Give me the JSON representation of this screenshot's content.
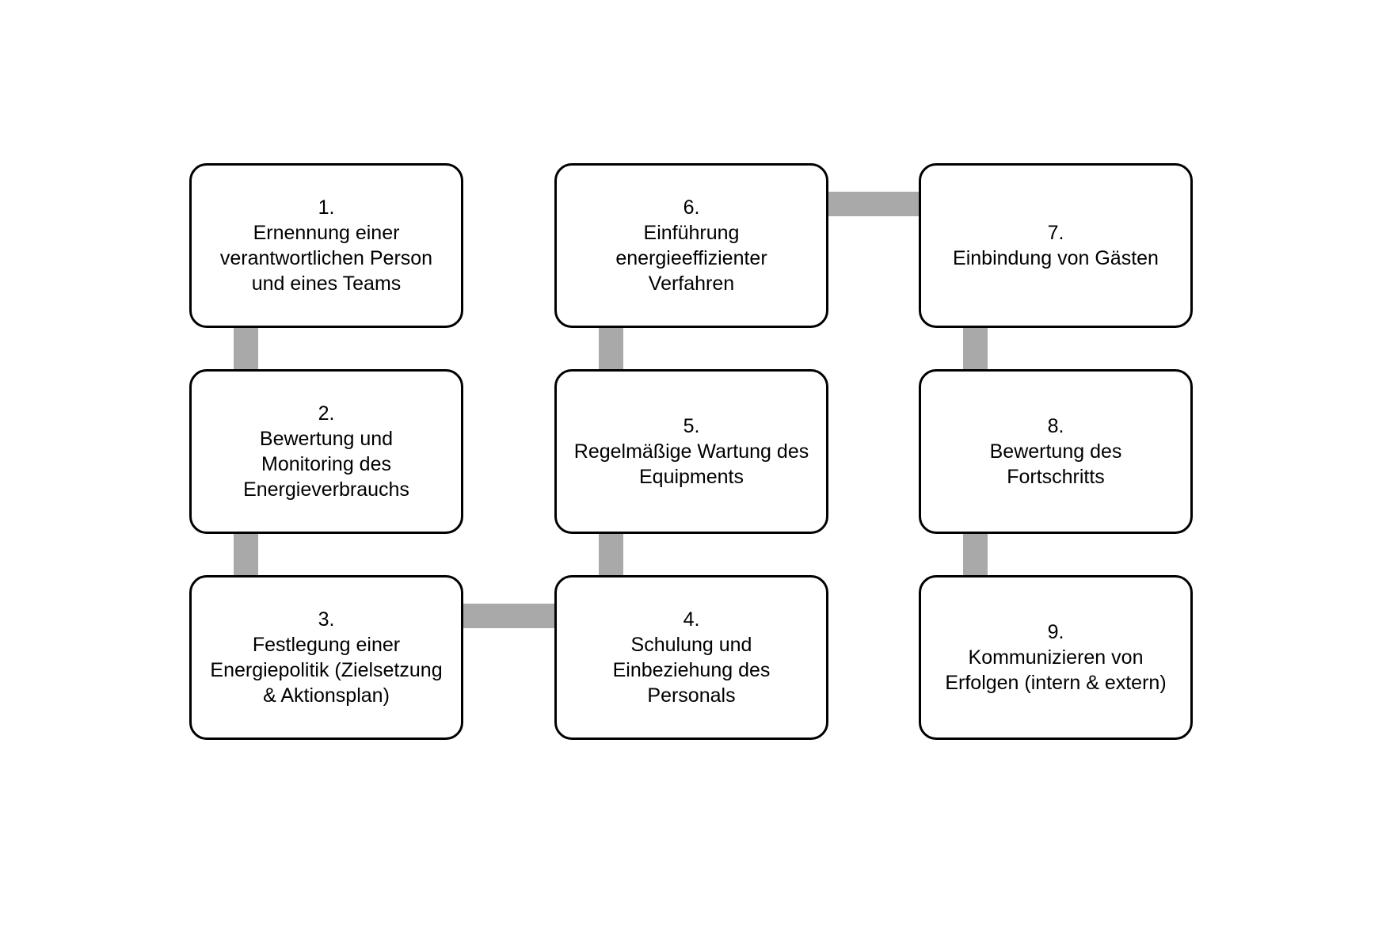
{
  "diagram": {
    "connector_color": "#a9a9a9",
    "box_border_color": "#000000",
    "steps": [
      {
        "number": "1.",
        "lines": [
          "Ernennung einer",
          "verantwortlichen Person",
          "und eines Teams"
        ]
      },
      {
        "number": "2.",
        "lines": [
          "Bewertung und",
          "Monitoring des",
          "Energieverbrauchs"
        ]
      },
      {
        "number": "3.",
        "lines": [
          "Festlegung einer",
          "Energiepolitik (Zielsetzung",
          "& Aktionsplan)"
        ]
      },
      {
        "number": "4.",
        "lines": [
          "Schulung und",
          "Einbeziehung des",
          "Personals"
        ]
      },
      {
        "number": "5.",
        "lines": [
          "Regelmäßige Wartung des",
          "Equipments"
        ]
      },
      {
        "number": "6.",
        "lines": [
          "Einführung",
          "energieeffizienter",
          "Verfahren"
        ]
      },
      {
        "number": "7.",
        "lines": [
          "Einbindung von Gästen"
        ]
      },
      {
        "number": "8.",
        "lines": [
          "Bewertung des",
          "Fortschritts"
        ]
      },
      {
        "number": "9.",
        "lines": [
          "Kommunizieren von",
          "Erfolgen (intern & extern)"
        ]
      }
    ]
  }
}
